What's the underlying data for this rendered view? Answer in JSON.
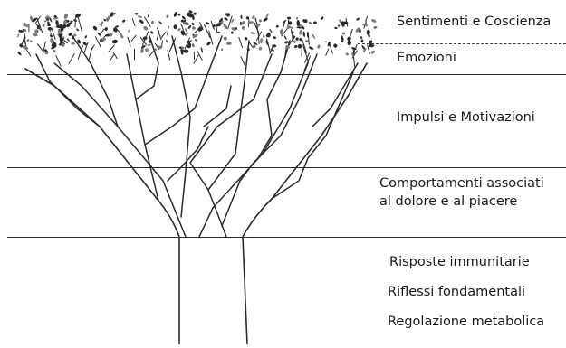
{
  "levels": [
    {
      "label": "Sentimenti e Coscienza"
    },
    {
      "label": "Emozioni"
    },
    {
      "label": "Impulsi e Motivazioni"
    },
    {
      "label": "Comportamenti associati"
    },
    {
      "label": "al dolore e al piacere"
    },
    {
      "label": "Risposte immunitarie"
    },
    {
      "label": "Riflessi fondamentali"
    },
    {
      "label": "Regolazione metabolica"
    }
  ],
  "colors": {
    "line": "#2a2a2a",
    "text": "#1a1a1a",
    "background": "#ffffff"
  }
}
